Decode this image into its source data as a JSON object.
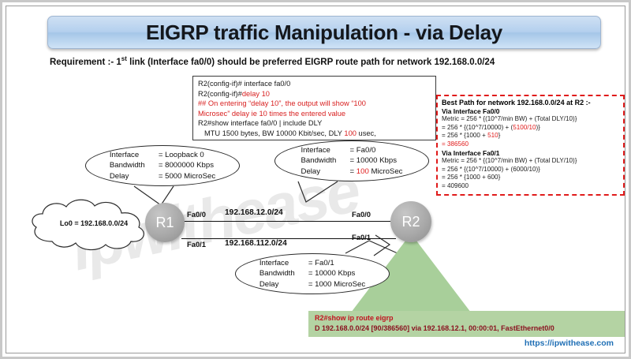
{
  "title": "EIGRP traffic Manipulation - via Delay",
  "requirement": {
    "label": "Requirement :-",
    "text": "link (Interface fa0/0) should be preferred EIGRP route path for network 192.168.0.0/24",
    "ordinal_num": "1",
    "ordinal_sup": "st"
  },
  "config_box": {
    "lines": [
      "R2(config-if)# interface fa0/0",
      "R2(config-if)#delay 10",
      "## On entering “delay 10”, the output will show “100",
      "Microsec” delay ie 10 times the entered value",
      "R2#show interface fa0/0 | include DLY",
      "MTU 1500 bytes, BW 10000 Kbit/sec, DLY 100 usec,"
    ],
    "l1_black": "R2(config-if)# interface fa0/0",
    "l2_black": "R2(config-if)#",
    "l2_red": "delay 10",
    "l3_red": "## On entering “delay 10”, the output will show “100",
    "l4_red": "Microsec” delay ie 10 times the entered value",
    "l5_black": "R2#show interface fa0/0 | include DLY",
    "l6_a": "MTU 1500 bytes, BW 10000 Kbit/sec, DLY ",
    "l6_red": "100",
    "l6_b": " usec,"
  },
  "best_path": {
    "heading": "Best Path for network 192.168.0.0/24 at R2 :-",
    "fa00": {
      "sub": "Via Interface Fa0/0",
      "l1": "Metric = 256 * {(10^7/min BW) + (Total DLY/10)}",
      "l2_a": "= 256 * {(10^7/10000) + (",
      "l2_red": "5100/10",
      "l2_b": ")}",
      "l3_a": "= 256 * {1000 + ",
      "l3_red": "510",
      "l3_b": "}",
      "l4_red": "= 386560"
    },
    "fa01": {
      "sub": "Via Interface Fa0/1",
      "l1": "Metric = 256 * {(10^7/min BW) + (Total DLY/10)}",
      "l2": "= 256 * {(10^7/10000) + (6000/10)}",
      "l3": "= 256 * {1000 + 600}",
      "l4": "= 409600"
    }
  },
  "callouts": {
    "loopback": {
      "k1": "Interface",
      "v1": "=  Loopback 0",
      "k2": "Bandwidth",
      "v2": "= 8000000 Kbps",
      "k3": "Delay",
      "v3": "= 5000 MicroSec"
    },
    "fa00": {
      "k1": "Interface",
      "v1": "=  Fa0/0",
      "k2": "Bandwidth",
      "v2": "= 10000 Kbps",
      "k3": "Delay",
      "v3_pre": "= ",
      "v3_red": "100",
      "v3_post": " MicroSec"
    },
    "fa01": {
      "k1": "Interface",
      "v1": "=  Fa0/1",
      "k2": "Bandwidth",
      "v2": "= 10000 Kbps",
      "k3": "Delay",
      "v3": "= 1000 MicroSec"
    }
  },
  "topology": {
    "cloud_label": "Lo0 = 192.168.0.0/24",
    "router1": "R1",
    "router2": "R2",
    "link0": {
      "left_iface": "Fa0/0",
      "network": "192.168.12.0/24",
      "right_iface": "Fa0/0"
    },
    "link1": {
      "left_iface": "Fa0/1",
      "network": "192.168.112.0/24",
      "right_iface": "Fa0/1"
    }
  },
  "route_output": {
    "cmd": "R2#show ip route eigrp",
    "route": "D    192.168.0.0/24 [90/386560] via 192.168.12.1, 00:00:01, FastEthernet0/0"
  },
  "watermark": "ipwithease",
  "url": "https://ipwithease.com",
  "colors": {
    "accent_red": "#e01b1b",
    "title_blue": "#b4d0ee",
    "green_box": "#b4d3a3",
    "green_triangle": "#a8cf9a",
    "link_blue": "#1f6fb5"
  }
}
